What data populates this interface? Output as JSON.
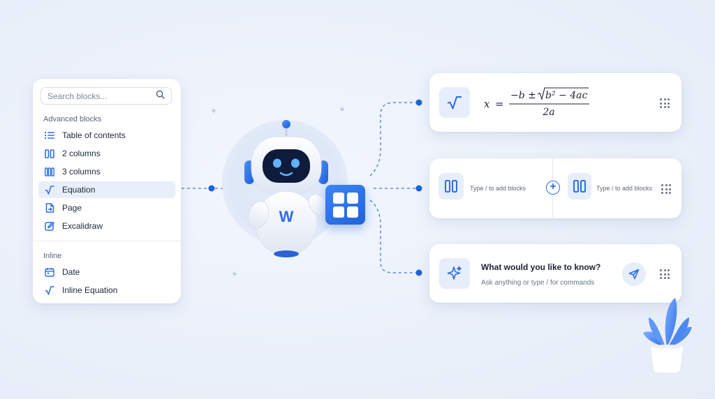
{
  "search": {
    "placeholder": "Search blocks..."
  },
  "sections": {
    "advanced": "Advanced blocks",
    "inline": "Inline"
  },
  "advanced_items": [
    {
      "label": "Table of contents",
      "icon": "list-icon"
    },
    {
      "label": "2 columns",
      "icon": "two-columns-icon"
    },
    {
      "label": "3 columns",
      "icon": "three-columns-icon"
    },
    {
      "label": "Equation",
      "icon": "square-root-icon",
      "active": true
    },
    {
      "label": "Page",
      "icon": "page-icon"
    },
    {
      "label": "Excalidraw",
      "icon": "pen-square-icon"
    }
  ],
  "inline_items": [
    {
      "label": "Date",
      "icon": "calendar-icon"
    },
    {
      "label": "Inline Equation",
      "icon": "square-root-icon"
    }
  ],
  "equation": {
    "lhs": "x",
    "equals": "=",
    "numerator_prefix": "−b ± ",
    "radicand": "b² − 4ac",
    "denominator": "2a"
  },
  "columns": {
    "left_hint": "Type / to add blocks",
    "right_hint": "Type / to add blocks",
    "add_symbol": "+"
  },
  "ai_prompt": {
    "title": "What would you like to know?",
    "subtitle": "Ask anything or type / for commands"
  },
  "robot": {
    "chest_letter": "W"
  },
  "colors": {
    "accent": "#2b6de6",
    "tile": "#2a6fe8",
    "icon_bg": "#e6eefb"
  }
}
